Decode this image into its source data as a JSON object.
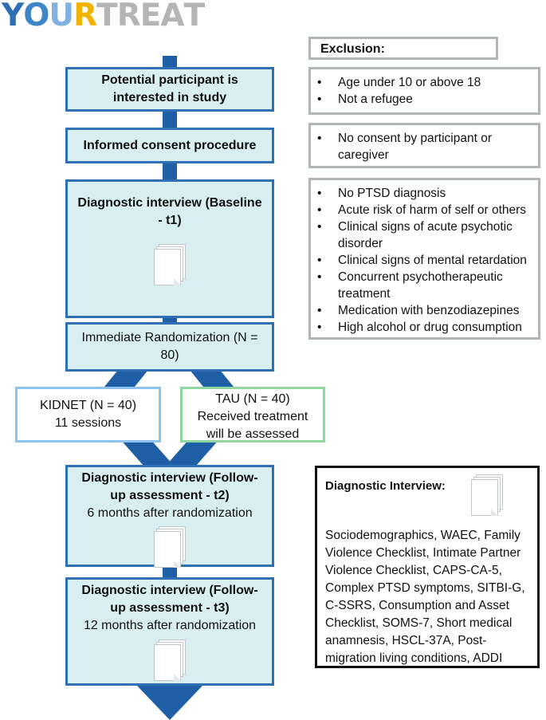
{
  "logo": {
    "text": "YOURTREAT",
    "letters": [
      {
        "ch": "Y",
        "color": "#2f6fb3"
      },
      {
        "ch": "O",
        "color": "#3f86c8"
      },
      {
        "ch": "U",
        "color": "#7fb2e0"
      },
      {
        "ch": "R",
        "color": "#f0b400"
      },
      {
        "ch": "T",
        "color": "#b5b5b5"
      },
      {
        "ch": "R",
        "color": "#b5b5b5"
      },
      {
        "ch": "E",
        "color": "#b5b5b5"
      },
      {
        "ch": "A",
        "color": "#b5b5b5"
      },
      {
        "ch": "T",
        "color": "#b5b5b5"
      }
    ]
  },
  "colors": {
    "flow_fill": "#d9eef0",
    "flow_border": "#2f6fb3",
    "arrow": "#1f5fa6",
    "kidnet_border": "#8ec3f0",
    "tau_border": "#8fd6a0",
    "exclusion_border": "#aeb6b6"
  },
  "flow": {
    "step1": "Potential participant is interested in study",
    "step2": "Informed consent procedure",
    "step3": "Diagnostic interview (Baseline - t1)",
    "step4": "Immediate Randomization (N = 80)",
    "step5_title": "Diagnostic interview (Follow-up assessment - t2)",
    "step5_sub": "6 months after randomization",
    "step6_title": "Diagnostic interview (Follow-up assessment - t3)",
    "step6_sub": "12 months after randomization"
  },
  "arms": {
    "kidnet_title": "KIDNET (N = 40)",
    "kidnet_sub": "11 sessions",
    "tau_title": "TAU (N = 40)",
    "tau_sub": "Received treatment will be assessed"
  },
  "exclusion": {
    "header": "Exclusion:",
    "group1": [
      "Age under 10 or above 18",
      "Not a refugee"
    ],
    "group2": [
      "No consent by participant or caregiver"
    ],
    "group3": [
      "No PTSD diagnosis",
      "Acute risk of harm of self or others",
      "Clinical signs of acute psychotic disorder",
      "Clinical signs of mental retardation",
      "Concurrent psychotherapeutic treatment",
      "Medication with benzodiazepines",
      "High alcohol or drug consumption"
    ]
  },
  "diagnostic_box": {
    "title": "Diagnostic Interview:",
    "body": "Sociodemographics, WAEC, Family Violence Checklist, Intimate Partner Violence Checklist, CAPS-CA-5, Complex PTSD symptoms, SITBI-G, C-SSRS, Consumption and Asset Checklist, SOMS-7, Short medical anamnesis, HSCL-37A, Post-migration living conditions, ADDI"
  },
  "icons": [
    "documents-icon"
  ]
}
